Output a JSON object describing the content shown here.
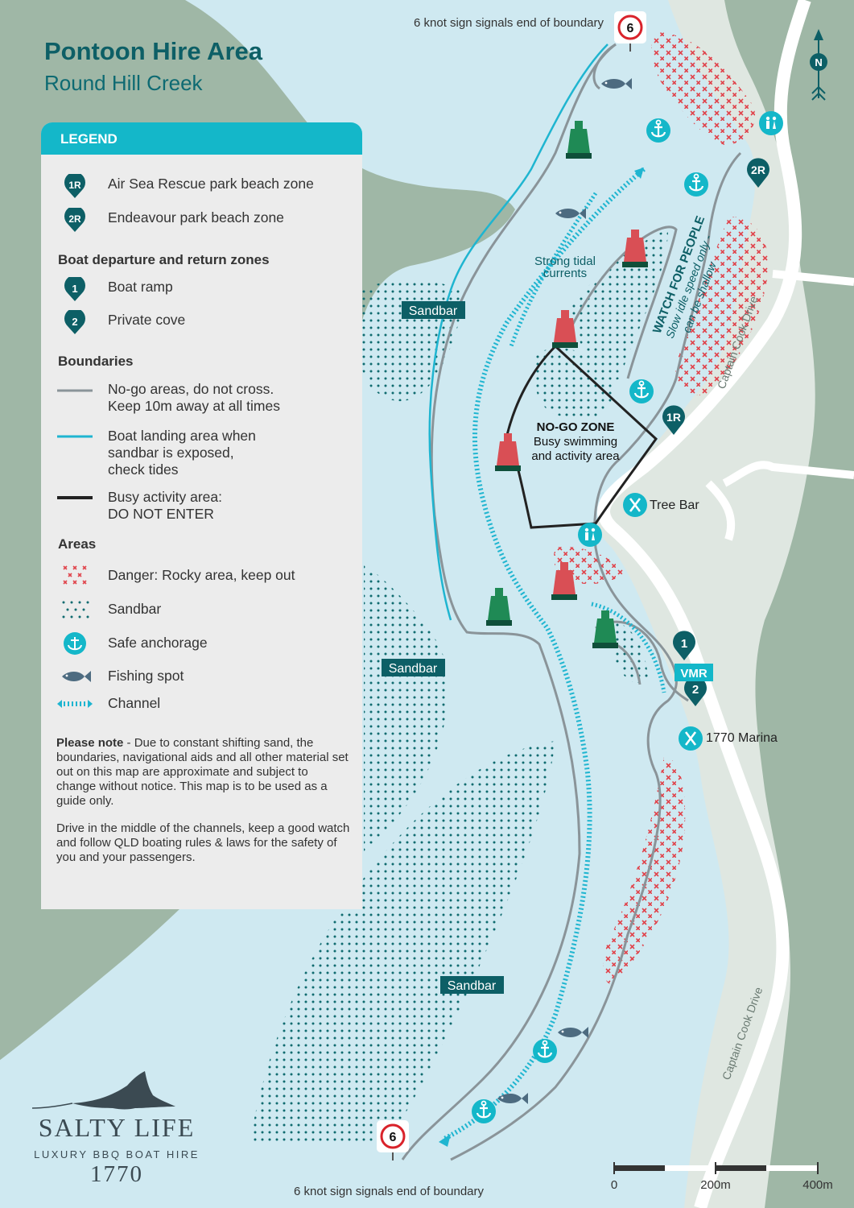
{
  "title": "Pontoon Hire Area",
  "subtitle": "Round Hill Creek",
  "legend": {
    "heading": "LEGEND",
    "zones": [
      {
        "badge": "1R",
        "label": "Air Sea Rescue park beach zone"
      },
      {
        "badge": "2R",
        "label": "Endeavour park beach zone"
      }
    ],
    "departure_heading": "Boat departure and return zones",
    "departures": [
      {
        "badge": "1",
        "label": "Boat ramp"
      },
      {
        "badge": "2",
        "label": "Private cove"
      }
    ],
    "boundaries_heading": "Boundaries",
    "boundaries": [
      {
        "label": "No-go areas, do not cross.\nKeep 10m away at all times",
        "color": "#8a9499"
      },
      {
        "label": "Boat landing area when\nsandbar is exposed,\ncheck tides",
        "color": "#1fb5d0"
      },
      {
        "label": "Busy activity area:\nDO NOT ENTER",
        "color": "#222222"
      }
    ],
    "areas_heading": "Areas",
    "areas": [
      {
        "icon": "rocky-area-icon",
        "label": "Danger: Rocky area, keep out"
      },
      {
        "icon": "sandbar-dots-icon",
        "label": "Sandbar"
      },
      {
        "icon": "anchor-icon",
        "label": "Safe anchorage"
      },
      {
        "icon": "fish-icon",
        "label": "Fishing spot"
      },
      {
        "icon": "channel-arrow-icon",
        "label": "Channel"
      }
    ],
    "note_bold": "Please note",
    "note_text": " - Due to constant shifting sand, the boundaries, navigational aids and all other material set out on this map are approximate and subject to change without notice. This map is to be used as a guide only.",
    "note_text2": "Drive in the middle of the channels, keep a good watch and follow QLD boating rules & laws for the safety of you and your passengers."
  },
  "map": {
    "sign_top": "6 knot sign signals end of boundary",
    "sign_bottom": "6 knot sign signals end of boundary",
    "speed_sign": "6",
    "sandbar_label": "Sandbar",
    "tidal_line1": "Strong tidal",
    "tidal_line2": "currents",
    "watch_line1": "WATCH FOR PEOPLE",
    "watch_line2": "Slow idle speed only -",
    "watch_line3": "can be shallow",
    "nogo_title": "NO-GO ZONE",
    "nogo_line1": "Busy swimming",
    "nogo_line2": "and activity area",
    "road_label": "Captain Cook Drive",
    "tree_bar": "Tree Bar",
    "marina": "1770 Marina",
    "vmr": "VMR",
    "badge_1r": "1R",
    "badge_2r": "2R",
    "badge_1": "1",
    "badge_2": "2",
    "north": "N",
    "scale": [
      "0",
      "200m",
      "400m"
    ]
  },
  "colors": {
    "water": "#cfe9f1",
    "land": "#9fb7a6",
    "land_light": "#dfe7e1",
    "accent": "#14b7c9",
    "dark_teal": "#0d5f66",
    "buoy_red": "#d94f55",
    "buoy_green": "#1f8a55"
  },
  "logo": {
    "name": "SALTY LIFE",
    "tagline": "LUXURY BBQ BOAT HIRE",
    "year": "1770"
  }
}
